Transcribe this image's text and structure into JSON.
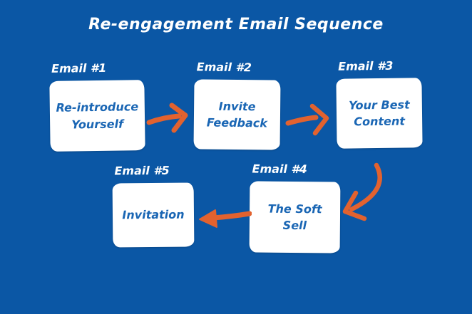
{
  "title": "Re-engagement Email Sequence",
  "colors": {
    "background": "#0B57A5",
    "arrow": "#E2622F",
    "box_bg": "#FFFFFF",
    "box_text": "#1A66B4",
    "label_text": "#FFFFFF"
  },
  "steps": [
    {
      "label": "Email #1",
      "lines": [
        "Re-introduce",
        "Yourself"
      ]
    },
    {
      "label": "Email #2",
      "lines": [
        "Invite",
        "Feedback"
      ]
    },
    {
      "label": "Email #3",
      "lines": [
        "Your Best",
        "Content"
      ]
    },
    {
      "label": "Email #4",
      "lines": [
        "The Soft",
        "Sell"
      ]
    },
    {
      "label": "Email #5",
      "lines": [
        "Invitation"
      ]
    }
  ],
  "arrows": [
    {
      "icon": "arrow-right-icon",
      "from": "Email #1",
      "to": "Email #2"
    },
    {
      "icon": "arrow-right-icon",
      "from": "Email #2",
      "to": "Email #3"
    },
    {
      "icon": "arrow-curve-down-left-icon",
      "from": "Email #3",
      "to": "Email #4"
    },
    {
      "icon": "arrow-left-icon",
      "from": "Email #4",
      "to": "Email #5"
    }
  ]
}
